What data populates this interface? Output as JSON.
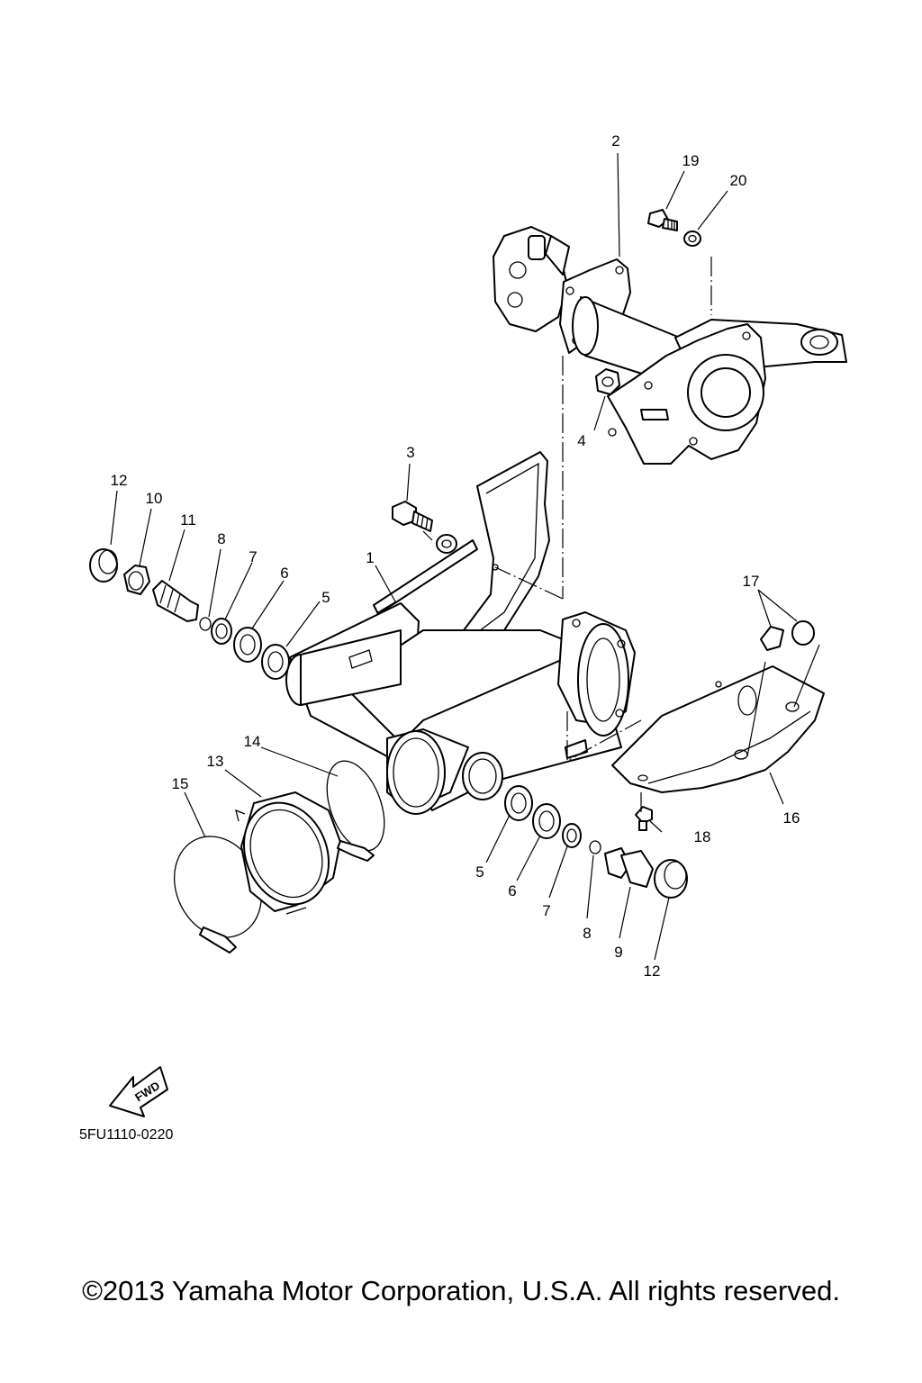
{
  "diagram": {
    "callouts": [
      {
        "id": "c2",
        "text": "2"
      },
      {
        "id": "c19",
        "text": "19"
      },
      {
        "id": "c20",
        "text": "20"
      },
      {
        "id": "c4",
        "text": "4"
      },
      {
        "id": "c3",
        "text": "3"
      },
      {
        "id": "c12a",
        "text": "12"
      },
      {
        "id": "c10",
        "text": "10"
      },
      {
        "id": "c11",
        "text": "11"
      },
      {
        "id": "c8a",
        "text": "8"
      },
      {
        "id": "c7a",
        "text": "7"
      },
      {
        "id": "c6a",
        "text": "6"
      },
      {
        "id": "c5a",
        "text": "5"
      },
      {
        "id": "c1",
        "text": "1"
      },
      {
        "id": "c17",
        "text": "17"
      },
      {
        "id": "c14",
        "text": "14"
      },
      {
        "id": "c13",
        "text": "13"
      },
      {
        "id": "c15",
        "text": "15"
      },
      {
        "id": "c18",
        "text": "18"
      },
      {
        "id": "c16",
        "text": "16"
      },
      {
        "id": "c5b",
        "text": "5"
      },
      {
        "id": "c6b",
        "text": "6"
      },
      {
        "id": "c7b",
        "text": "7"
      },
      {
        "id": "c8b",
        "text": "8"
      },
      {
        "id": "c9",
        "text": "9"
      },
      {
        "id": "c12b",
        "text": "12"
      }
    ],
    "fwd_label": "FWD",
    "diagram_code": "5FU1110-0220"
  },
  "footer": {
    "copyright": "©2013 Yamaha Motor Corporation, U.S.A. All rights reserved."
  }
}
